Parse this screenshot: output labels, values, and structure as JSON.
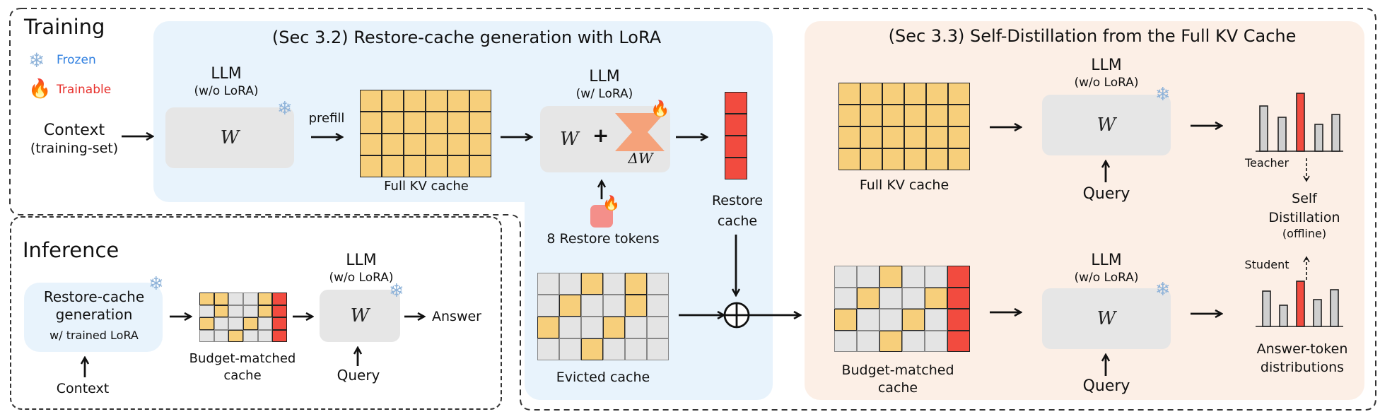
{
  "legend": {
    "frozen": "Frozen",
    "trainable": "Trainable"
  },
  "training": {
    "title": "Training",
    "context_label": "Context",
    "context_sub": "(training-set)",
    "sec32_title": "(Sec 3.2) Restore-cache generation with LoRA",
    "llm_label": "LLM",
    "wo_lora": "(w/o LoRA)",
    "w_lora": "(w/ LoRA)",
    "weight_symbol": "W",
    "plus_symbol": "+",
    "delta_symbol": "ΔW",
    "prefill_label": "prefill",
    "full_kv_label": "Full KV cache",
    "restore_tokens_label": "8 Restore tokens",
    "restore_cache_label": "Restore cache",
    "evicted_cache_label": "Evicted cache",
    "sec33_title": "(Sec 3.3) Self-Distillation from the Full KV Cache",
    "query_label": "Query",
    "budget_matched_label": "Budget-matched cache",
    "teacher_label": "Teacher",
    "student_label": "Student",
    "self_distillation_label": "Self Distillation",
    "offline_label": "(offline)",
    "answer_token_label": "Answer-token distributions"
  },
  "inference": {
    "title": "Inference",
    "restore_gen_label": "Restore-cache generation",
    "trained_lora_label": "w/ trained LoRA",
    "context_label": "Context",
    "budget_matched_label": "Budget-matched cache",
    "llm_label": "LLM",
    "wo_lora": "(w/o LoRA)",
    "weight_symbol": "W",
    "query_label": "Query",
    "answer_label": "Answer"
  },
  "colors": {
    "kv_cell": "#f7cf7b",
    "restore_cell": "#f24b3f",
    "evicted_cell": "#e4e4e4",
    "llm_box": "#e6e6e6",
    "sec32_panel": "#e8f3fc",
    "sec33_panel": "#fcefe6",
    "frozen_text": "#2f7fe0",
    "trainable_text": "#e8312d"
  },
  "icons": {
    "frozen": "snowflake-icon",
    "trainable": "flame-icon"
  }
}
